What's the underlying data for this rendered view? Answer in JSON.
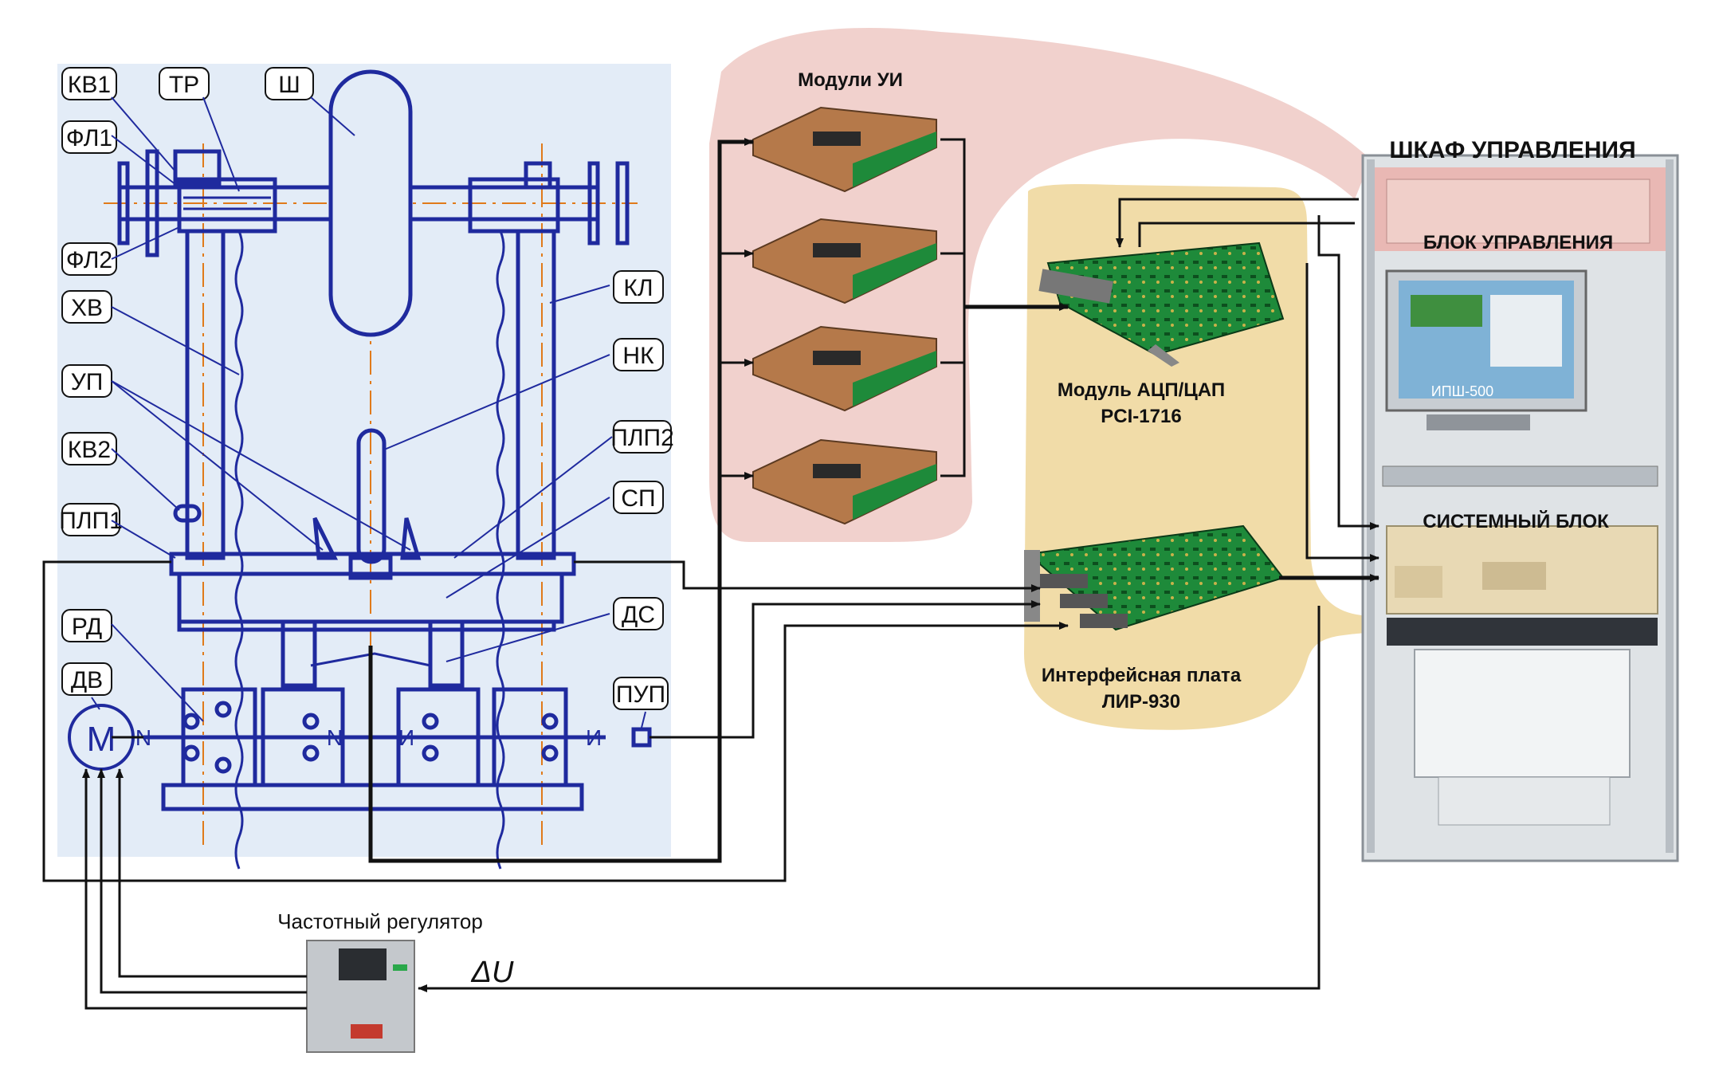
{
  "colors": {
    "mech_blue": "#1f2a9e",
    "panel_bg": "#e3ecf7",
    "pink_region": "#efc9c4",
    "tan_region": "#efd89e",
    "center_line": "#e07a1a",
    "wire": "#111111",
    "pcb_green": "#1e8a3a"
  },
  "mechanism": {
    "labels": [
      "КВ1",
      "ТР",
      "Ш",
      "ФЛ1",
      "ФЛ2",
      "ХВ",
      "КЛ",
      "УП",
      "НК",
      "КВ2",
      "ПЛП2",
      "ПЛП1",
      "СП",
      "РД",
      "ДС",
      "ДВ",
      "ПУП"
    ],
    "motor_symbol": "M",
    "n_left": "N",
    "n_mid": "N",
    "n_right": "И",
    "n_right2": "И"
  },
  "modules_ui": {
    "title": "Модули УИ",
    "count": 4
  },
  "adc_module": {
    "title_line1": "Модуль АЦП/ЦАП",
    "title_line2": "PCI-1716"
  },
  "interface_board": {
    "title_line1": "Интерфейсная плата",
    "title_line2": "ЛИР-930"
  },
  "cabinet": {
    "title": "ШКАФ УПРАВЛЕНИЯ",
    "control_block": "БЛОК УПРАВЛЕНИЯ",
    "system_block": "СИСТЕМНЫЙ БЛОК",
    "monitor_text": "ИПШ-500"
  },
  "freq_regulator": {
    "title": "Частотный регулятор"
  },
  "delta_u": "ΔU"
}
